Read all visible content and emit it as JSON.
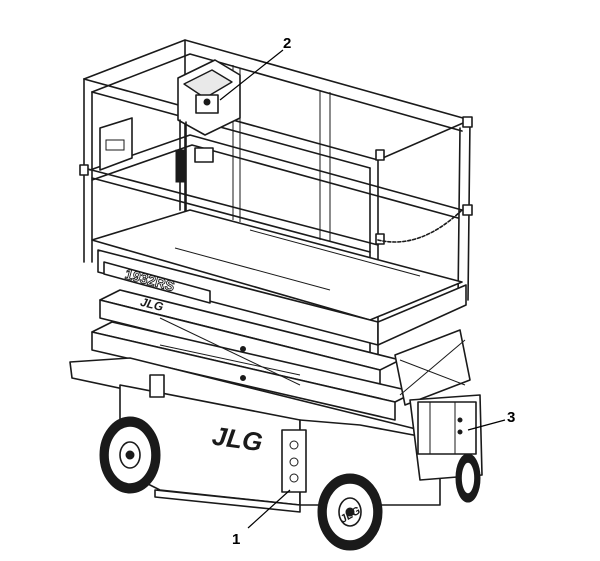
{
  "diagram": {
    "brand_logo": "JLG",
    "model_plate": "1932RS",
    "colors": {
      "line": "#1a1a1a",
      "background": "#ffffff",
      "shade": "#e9e9e9"
    }
  },
  "callouts": [
    {
      "label": "1"
    },
    {
      "label": "2"
    },
    {
      "label": "3"
    }
  ]
}
